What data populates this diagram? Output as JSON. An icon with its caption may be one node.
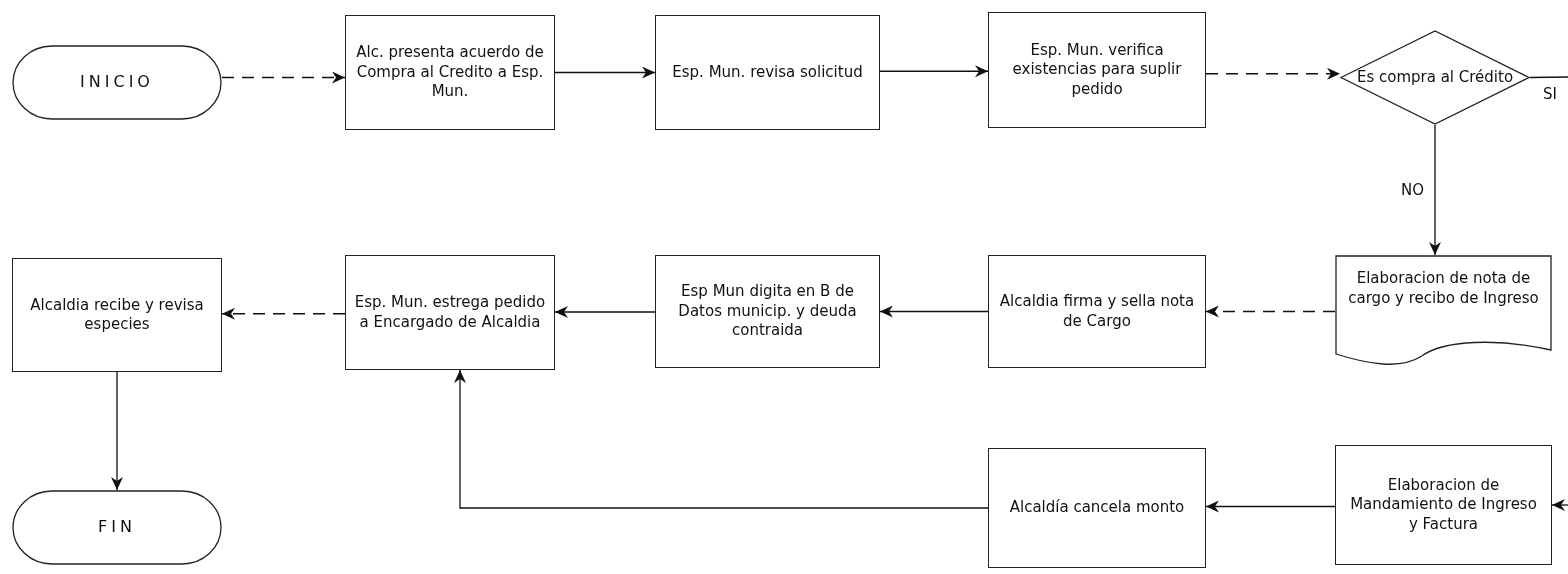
{
  "diagram": {
    "nodes": [
      {
        "text": [
          "INICIO"
        ]
      },
      {
        "text": [
          "Alc. presenta acuerdo de Compra al Credito a Esp. Mun."
        ]
      },
      {
        "text": [
          "Esp. Mun. revisa solicitud"
        ]
      },
      {
        "text": [
          "Esp. Mun. verifica existencias para suplir pedido"
        ]
      },
      {
        "text": [
          "Es compra al Crédito"
        ]
      },
      {
        "text": [
          "Elaboracion de nota de cargo y recibo de Ingreso"
        ]
      },
      {
        "text": [
          "Alcaldia firma y sella nota de Cargo"
        ]
      },
      {
        "text": [
          "Esp Mun digita en B de Datos municip. y deuda contraida"
        ]
      },
      {
        "text": [
          "Esp. Mun. estrega pedido a Encargado de Alcaldia"
        ]
      },
      {
        "text": [
          "Alcaldia recibe y revisa especies"
        ]
      },
      {
        "text": [
          "FIN"
        ]
      },
      {
        "text": [
          "Alcaldía cancela monto"
        ]
      },
      {
        "text": [
          "Elaboracion de Mandamiento de Ingreso y Factura"
        ]
      }
    ],
    "edges": [
      {
        "from": 0,
        "to": 1,
        "arrow": "to",
        "style": "dashed"
      },
      {
        "from": 1,
        "to": 2,
        "arrow": "to"
      },
      {
        "from": 2,
        "to": 3,
        "arrow": "to"
      },
      {
        "from": 3,
        "to": 4,
        "arrow": "to",
        "style": "dashed"
      },
      {
        "from": 4,
        "to": 5,
        "arrow": "to",
        "label": "NO"
      },
      {
        "from": 4,
        "to": null,
        "arrow": "none",
        "label": "SI"
      },
      {
        "from": 5,
        "to": 6,
        "arrow": "to",
        "style": "dashed"
      },
      {
        "from": 6,
        "to": 7,
        "arrow": "to"
      },
      {
        "from": 7,
        "to": 8,
        "arrow": "to"
      },
      {
        "from": 8,
        "to": 9,
        "arrow": "to",
        "style": "dashed"
      },
      {
        "from": 9,
        "to": 10,
        "arrow": "to"
      },
      {
        "from": null,
        "to": 12,
        "arrow": "to"
      },
      {
        "from": 12,
        "to": 11,
        "arrow": "to"
      },
      {
        "from": 11,
        "to": 8,
        "arrow": "to"
      }
    ]
  }
}
